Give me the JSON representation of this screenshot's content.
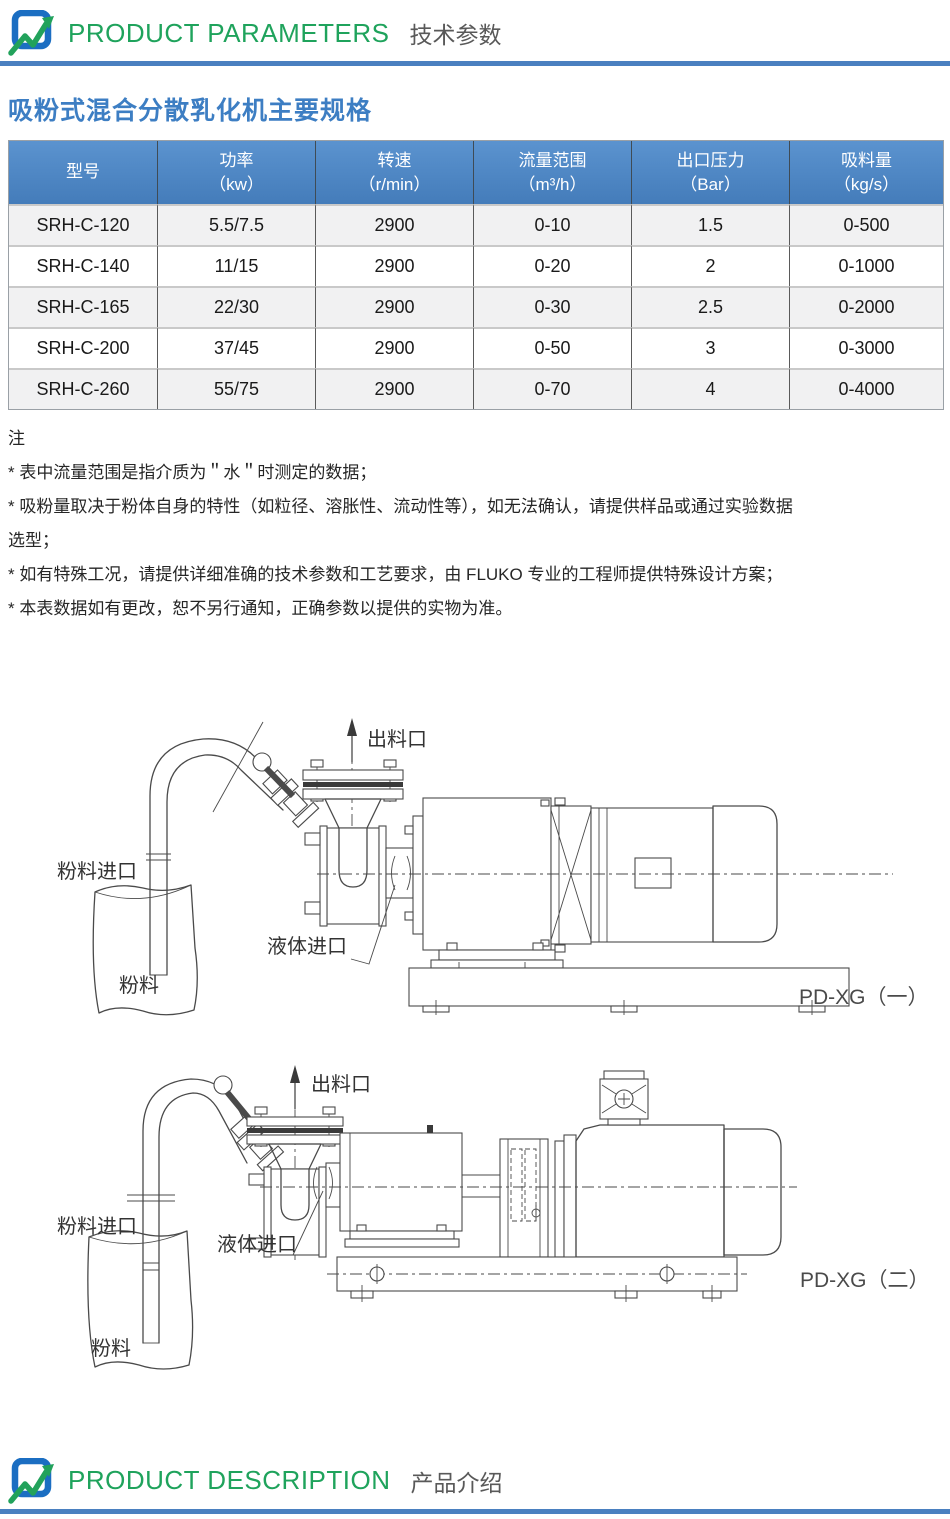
{
  "colors": {
    "accent_green": "#1fa35c",
    "title_blue": "#3d7ec3",
    "table_header_blue": "#4a84c4",
    "divider_blue": "#4a80c0",
    "subtitle_gray": "#595959",
    "row_alt_bg": "#f1f1f2",
    "drawing_line": "#4a4a4a"
  },
  "header": {
    "logo": "fluko-logo",
    "title_en": "PRODUCT PARAMETERS",
    "title_zh": "技术参数"
  },
  "section": {
    "table_title": "吸粉式混合分散乳化机主要规格"
  },
  "spec_table": {
    "columns": [
      {
        "label": "型号",
        "unit": ""
      },
      {
        "label": "功率",
        "unit": "（kw）"
      },
      {
        "label": "转速",
        "unit": "（r/min）"
      },
      {
        "label": "流量范围",
        "unit": "（m³/h）"
      },
      {
        "label": "出口压力",
        "unit": "（Bar）"
      },
      {
        "label": "吸料量",
        "unit": "（kg/s）"
      }
    ],
    "rows": [
      [
        "SRH-C-120",
        "5.5/7.5",
        "2900",
        "0-10",
        "1.5",
        "0-500"
      ],
      [
        "SRH-C-140",
        "11/15",
        "2900",
        "0-20",
        "2",
        "0-1000"
      ],
      [
        "SRH-C-165",
        "22/30",
        "2900",
        "0-30",
        "2.5",
        "0-2000"
      ],
      [
        "SRH-C-200",
        "37/45",
        "2900",
        "0-50",
        "3",
        "0-3000"
      ],
      [
        "SRH-C-260",
        "55/75",
        "2900",
        "0-70",
        "4",
        "0-4000"
      ]
    ]
  },
  "notes": {
    "title": "注",
    "lines": [
      "* 表中流量范围是指介质为＂水＂时测定的数据；",
      "* 吸粉量取决于粉体自身的特性（如粒径、溶胀性、流动性等），如无法确认，请提供样品或通过实验数据",
      "选型；",
      "* 如有特殊工况，请提供详细准确的技术参数和工艺要求，由 FLUKO 专业的工程师提供特殊设计方案；",
      "* 本表数据如有更改，恕不另行通知，正确参数以提供的实物为准。"
    ]
  },
  "diagrams": [
    {
      "caption": "PD-XG（一）",
      "labels": {
        "outlet": "出料口",
        "powder_inlet": "粉料进口",
        "liquid_inlet": "液体进口",
        "powder": "粉料"
      }
    },
    {
      "caption": "PD-XG（二）",
      "labels": {
        "outlet": "出料口",
        "powder_inlet": "粉料进口",
        "liquid_inlet": "液体进口",
        "powder": "粉料"
      }
    }
  ],
  "footer": {
    "logo": "fluko-logo",
    "title_en": "PRODUCT DESCRIPTION",
    "title_zh": "产品介绍"
  }
}
